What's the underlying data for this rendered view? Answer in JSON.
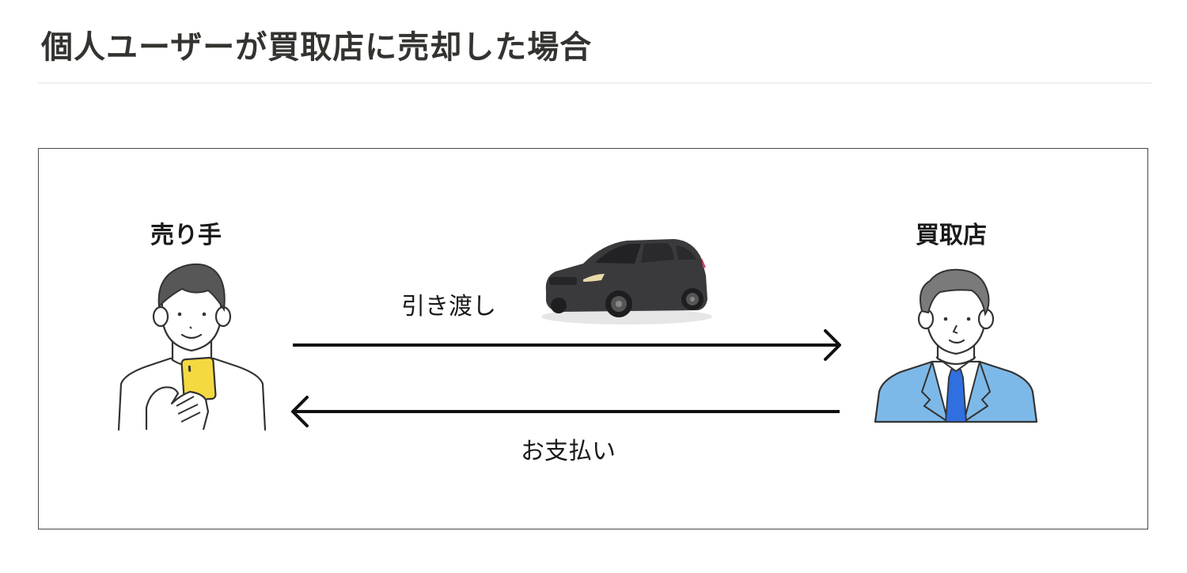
{
  "header": {
    "title": "個人ユーザーが買取店に売却した場合"
  },
  "diagram": {
    "seller": {
      "label": "売り手",
      "icon": "person-with-smartphone-icon"
    },
    "buyer": {
      "label": "買取店",
      "icon": "businessman-icon"
    },
    "flows": [
      {
        "label": "引き渡し",
        "direction": "seller-to-buyer",
        "icon": "car-icon"
      },
      {
        "label": "お支払い",
        "direction": "buyer-to-seller"
      }
    ],
    "colors": {
      "suit": "#7db9e8",
      "tie": "#2f6fe0",
      "phone": "#f5d940",
      "hair": "#555555",
      "car": "#3a3a3c",
      "stroke": "#333333"
    }
  }
}
